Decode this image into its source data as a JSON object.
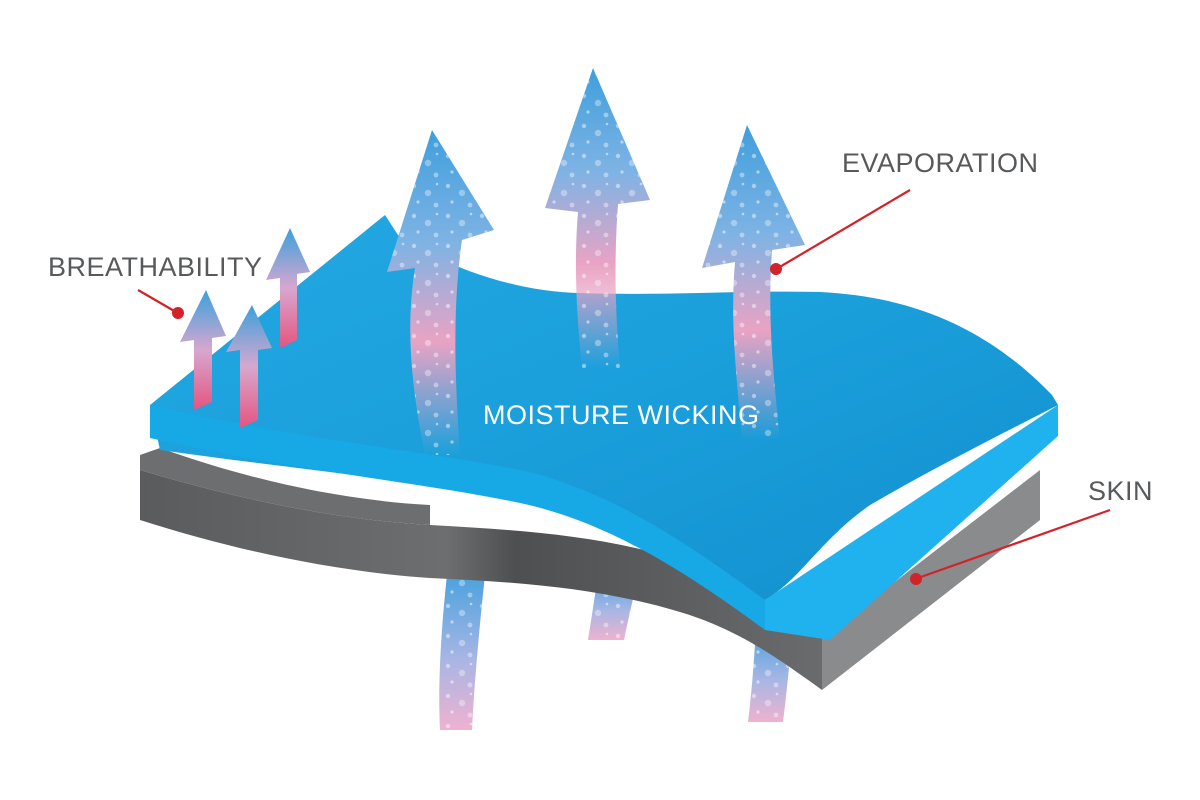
{
  "labels": {
    "breathability": "BREATHABILITY",
    "evaporation": "EVAPORATION",
    "moisture_wicking": "MOISTURE WICKING",
    "skin": "SKIN"
  },
  "colors": {
    "fabric_top": "#1fa4df",
    "fabric_edge": "#13aee8",
    "skin_layer": "#58595b",
    "arrow_blue": "#3aa0dd",
    "arrow_pink": "#e88fb6",
    "callout_red": "#d2232a",
    "label_gray": "#58595b"
  }
}
